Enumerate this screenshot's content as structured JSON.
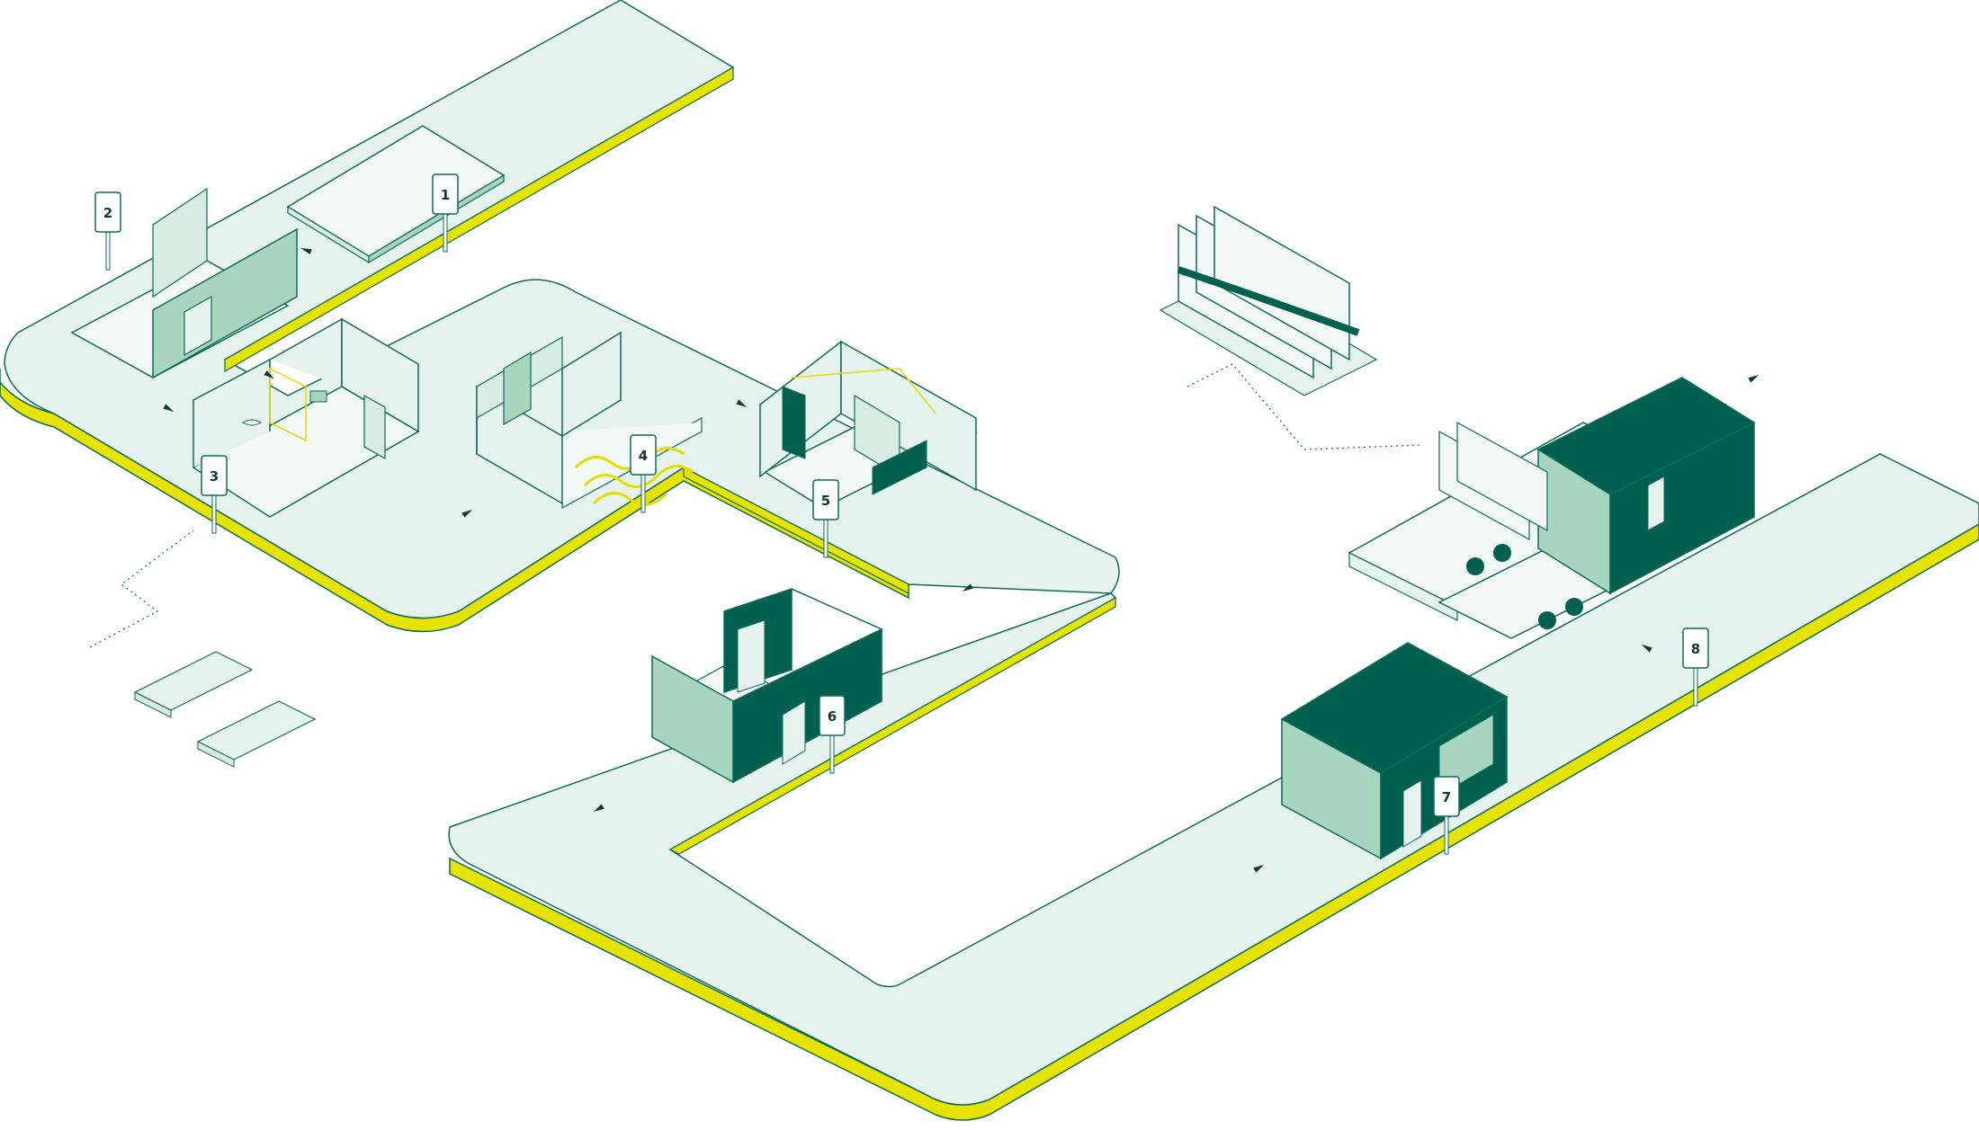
{
  "palette": {
    "floor": "#e6f2ed",
    "floor_stroke": "#0d6b57",
    "edge": "#e6e300",
    "wall_light": "#a8d5c0",
    "wall_pale": "#d7ece3",
    "wall_dark": "#00604f",
    "line": "#0d6b57",
    "accent_yellow": "#e3dd00"
  },
  "stations": [
    {
      "id": "1",
      "label": "1"
    },
    {
      "id": "2",
      "label": "2"
    },
    {
      "id": "3",
      "label": "3"
    },
    {
      "id": "4",
      "label": "4"
    },
    {
      "id": "5",
      "label": "5"
    },
    {
      "id": "6",
      "label": "6"
    },
    {
      "id": "7",
      "label": "7"
    },
    {
      "id": "8",
      "label": "8"
    }
  ],
  "icons": {
    "flow_arrow": "arrow-icon",
    "sign": "station-sign-icon"
  }
}
